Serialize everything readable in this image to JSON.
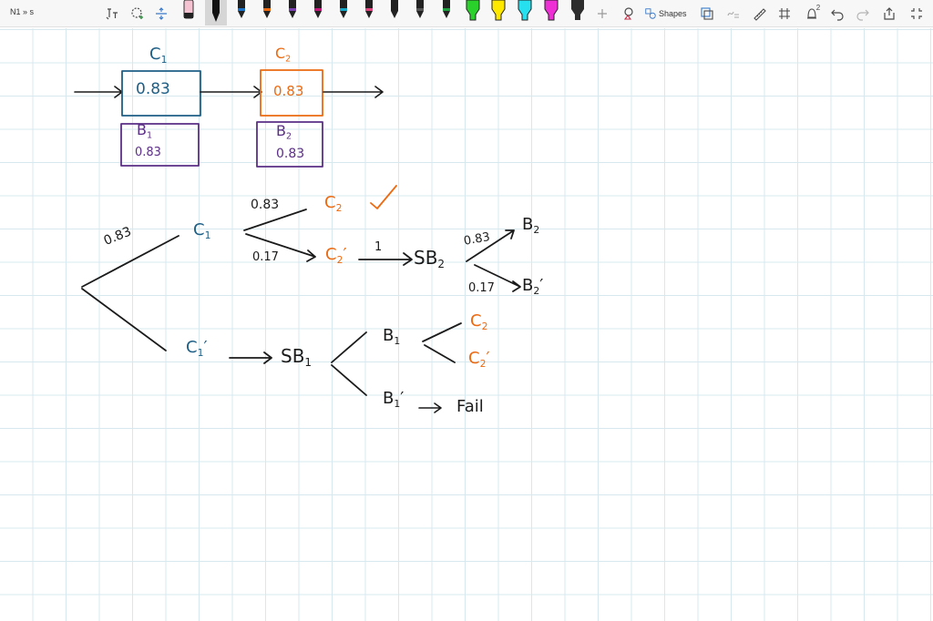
{
  "toolbar": {
    "breadcrumb": "N1 » s",
    "shapes_label": "Shapes",
    "pens": [
      {
        "name": "pen-pink",
        "color": "#f2b6c6"
      },
      {
        "name": "pen-black-selected",
        "color": "#1b1b1b"
      },
      {
        "name": "pen-blue",
        "color": "#1a73c9"
      },
      {
        "name": "pen-orange",
        "color": "#ec6a12"
      },
      {
        "name": "pen-purple",
        "color": "#7a3fb0"
      },
      {
        "name": "pen-magenta",
        "color": "#c2187a"
      },
      {
        "name": "pen-cyan",
        "color": "#12a7c9"
      },
      {
        "name": "pen-pink-2",
        "color": "#e0447e"
      },
      {
        "name": "pen-dark",
        "color": "#3a3a3a"
      },
      {
        "name": "pen-darkgray",
        "color": "#444444"
      },
      {
        "name": "pen-green",
        "color": "#1e9e3e"
      },
      {
        "name": "highlighter-green",
        "color": "#2ad12a"
      },
      {
        "name": "highlighter-yellow",
        "color": "#ffe800"
      },
      {
        "name": "highlighter-cyan",
        "color": "#27e0ef"
      },
      {
        "name": "highlighter-magenta",
        "color": "#ef2fd6"
      },
      {
        "name": "pen-dark-2",
        "color": "#2d2d2d"
      }
    ],
    "notification_count": "2"
  },
  "drawing": {
    "top_c1": "C",
    "top_c1_sub": "1",
    "top_c2": "C",
    "top_c2_sub": "2",
    "box_c1_value": "0.83",
    "box_c2_value": "0.83",
    "box_b1_label": "B",
    "box_b1_sub": "1",
    "box_b1_value": "0.83",
    "box_b2_label": "B",
    "box_b2_sub": "2",
    "box_b2_value": "0.83",
    "tree_prob_c1": "0.83",
    "tree_c1": "C",
    "tree_c1_sub": "1",
    "tree_prob_c2": "0.83",
    "tree_c2": "C",
    "tree_c2_sub": "2",
    "tree_prob_c2prime": "0.17",
    "tree_c2prime": "C",
    "tree_c2prime_sub": "2",
    "tree_prime": "′",
    "tree_arrow_label_1": "1",
    "tree_sb2": "SB",
    "tree_sb2_sub": "2",
    "tree_prob_b2": "0.83",
    "tree_b2": "B",
    "tree_b2_sub": "2",
    "tree_prob_b2prime": "0.17",
    "tree_b2prime": "B",
    "tree_b2prime_sub": "2",
    "tree_c1prime": "C",
    "tree_c1prime_sub": "1",
    "tree_sb1": "SB",
    "tree_sb1_sub": "1",
    "tree_b1": "B",
    "tree_b1_sub": "1",
    "tree_b1_c2": "C",
    "tree_b1_c2_sub": "2",
    "tree_b1_c2prime": "C",
    "tree_b1_c2prime_sub": "2",
    "tree_b1prime": "B",
    "tree_b1prime_sub": "1",
    "tree_fail": "Fail"
  }
}
